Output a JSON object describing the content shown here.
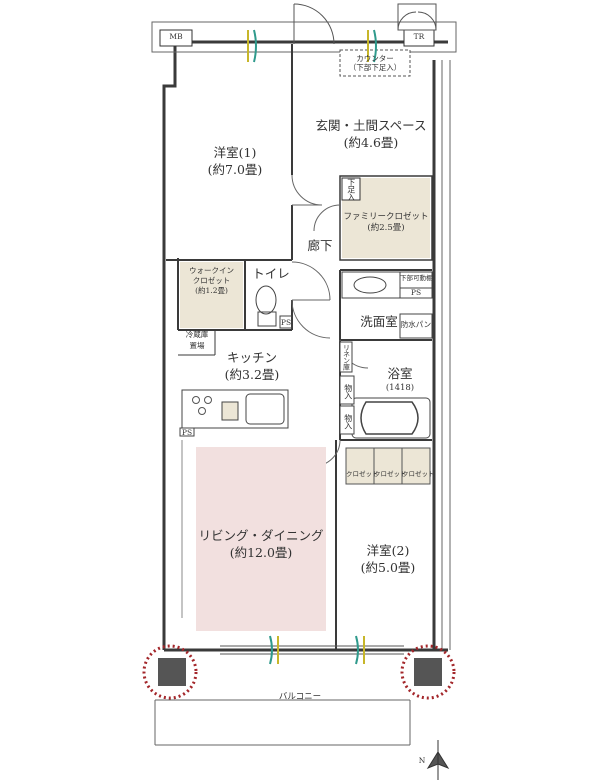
{
  "rooms": {
    "entrance": {
      "name": "玄関・土間スペース",
      "size": "(約4.6畳)"
    },
    "western1": {
      "name": "洋室(1)",
      "size": "(約7.0畳)"
    },
    "family_closet": {
      "name": "ファミリークロゼット",
      "size": "(約2.5畳)"
    },
    "corridor": {
      "name": "廊下"
    },
    "walkin_closet": {
      "name": "ウォークイン",
      "name2": "クロゼット",
      "size": "(約1.2畳)"
    },
    "toilet": {
      "name": "トイレ"
    },
    "washroom": {
      "name": "洗面室"
    },
    "kitchen": {
      "name": "キッチン",
      "size": "(約3.2畳)"
    },
    "bathroom": {
      "name": "浴室",
      "size": "(1418)"
    },
    "living": {
      "name": "リビング・ダイニング",
      "size": "(約12.0畳)"
    },
    "western2": {
      "name": "洋室(2)",
      "size": "(約5.0畳)"
    },
    "balcony": {
      "name": "バルコニー"
    }
  },
  "labels": {
    "mb": "MB",
    "tr": "TR",
    "counter": "カウンター",
    "counter_sub": "（下部下足入）",
    "geta": "下足入",
    "lower_shoe": "下部可動棚",
    "ps1": "PS",
    "ps2": "PS",
    "ps3": "PS",
    "waterproof_pan": "防水パン",
    "linen": "リネン庫",
    "storage1": "物入",
    "storage2": "物入",
    "fridge": "冷蔵庫",
    "fridge2": "置場",
    "closets": [
      "クロゼット",
      "クロゼット",
      "クロゼット"
    ],
    "north": "N"
  },
  "colors": {
    "wall": "#3a3a3a",
    "closet_fill": "#ece6d6",
    "living_fill": "#f2e0df",
    "highlight_circle": "#a3262a",
    "vent_green": "#2f9a8c",
    "vent_yellow": "#c7b62a"
  }
}
